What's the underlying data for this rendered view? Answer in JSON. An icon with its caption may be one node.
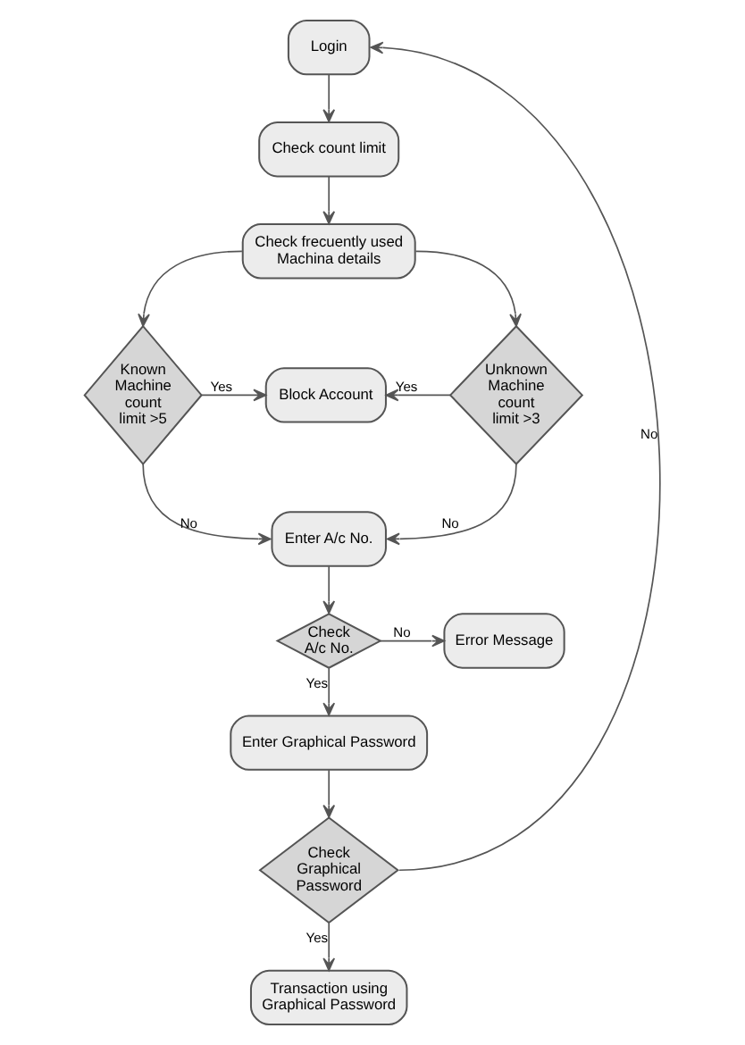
{
  "diagram": {
    "nodes": [
      {
        "text": [
          "Login"
        ]
      },
      {
        "text": [
          "Check count limit"
        ]
      },
      {
        "text": [
          "Check frecuently used Machina details"
        ]
      },
      {
        "text": [
          "Known Machine count limit >5"
        ]
      },
      {
        "text": [
          "Block Account"
        ]
      },
      {
        "text": [
          "Unknown Machine count limit >3"
        ]
      },
      {
        "text": [
          "Enter A/c No."
        ]
      },
      {
        "text": [
          "Check A/c No."
        ]
      },
      {
        "text": [
          "Error Message"
        ]
      },
      {
        "text": [
          "Enter Graphical Password"
        ]
      },
      {
        "text": [
          "Check Graphical Password"
        ]
      },
      {
        "text": [
          "Transaction using Graphical Password"
        ]
      }
    ],
    "edges": [
      {
        "from": 0,
        "to": 1,
        "arrow": "to"
      },
      {
        "from": 1,
        "to": 2,
        "arrow": "to"
      },
      {
        "from": 2,
        "to": 3,
        "arrow": "to"
      },
      {
        "from": 2,
        "to": 5,
        "arrow": "to"
      },
      {
        "from": 3,
        "to": 4,
        "label": "Yes",
        "arrow": "to"
      },
      {
        "from": 5,
        "to": 4,
        "label": "Yes",
        "arrow": "to"
      },
      {
        "from": 3,
        "to": 6,
        "label": "No",
        "arrow": "to"
      },
      {
        "from": 5,
        "to": 6,
        "label": "No",
        "arrow": "to"
      },
      {
        "from": 6,
        "to": 7,
        "arrow": "to"
      },
      {
        "from": 7,
        "to": 8,
        "label": "No",
        "arrow": "to"
      },
      {
        "from": 7,
        "to": 9,
        "label": "Yes",
        "arrow": "to"
      },
      {
        "from": 9,
        "to": 10,
        "arrow": "to"
      },
      {
        "from": 10,
        "to": 11,
        "label": "Yes",
        "arrow": "to"
      },
      {
        "from": 10,
        "to": 0,
        "label": "No",
        "arrow": "to"
      }
    ]
  }
}
